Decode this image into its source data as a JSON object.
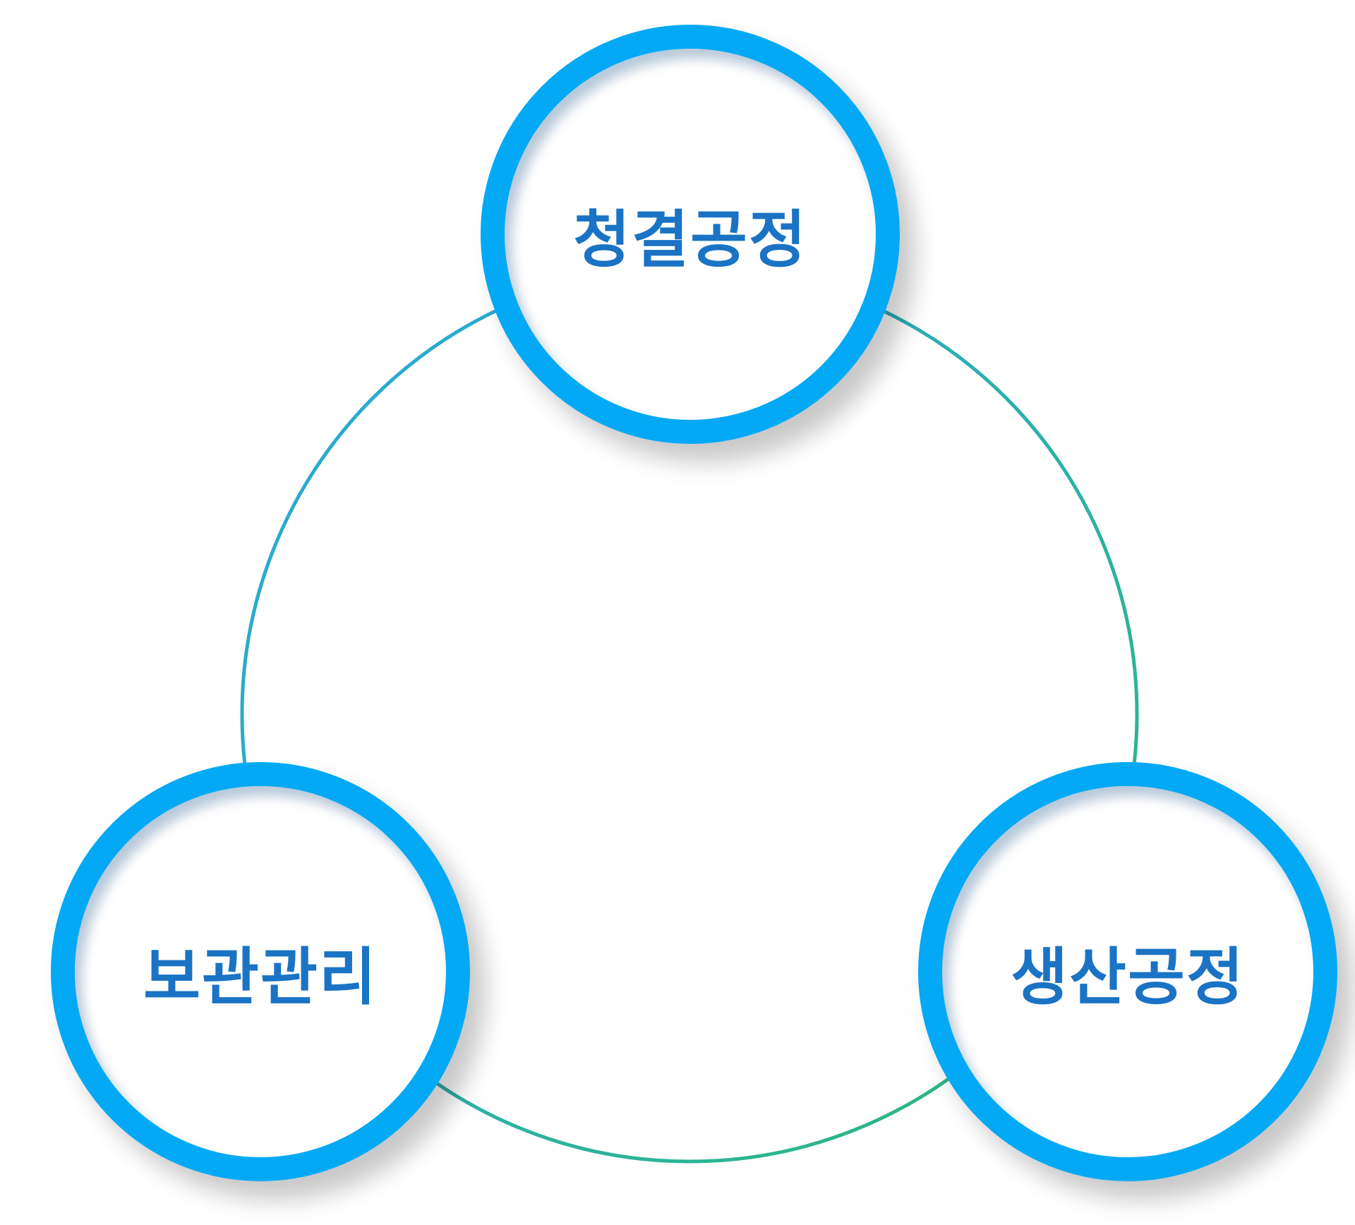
{
  "diagram": {
    "nodes": [
      {
        "id": "top",
        "label": "청결공정"
      },
      {
        "id": "left",
        "label": "보관관리"
      },
      {
        "id": "right",
        "label": "생산공정"
      }
    ],
    "colors": {
      "ring": "#03A9F4",
      "label": "#1a73c4",
      "connector_start": "#29A8E0",
      "connector_end": "#2DB87A"
    }
  }
}
